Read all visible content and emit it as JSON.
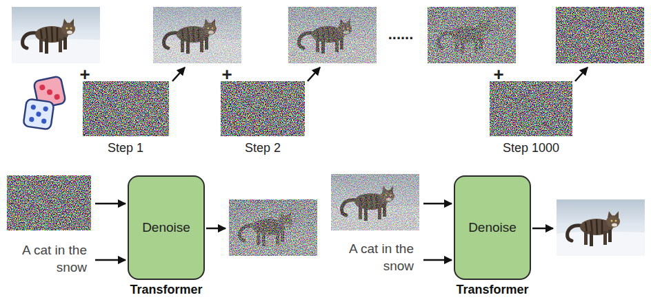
{
  "diagram": {
    "nodes": [
      {
        "text": [
          "Denoise",
          "Transformer"
        ]
      },
      {
        "text": [
          "Denoise",
          "Transformer"
        ]
      }
    ],
    "labels": [
      "+",
      "+",
      "......",
      "+",
      "Step 1",
      "Step 2",
      "Step 1000",
      "A cat in the snow",
      "A cat in the snow"
    ]
  }
}
